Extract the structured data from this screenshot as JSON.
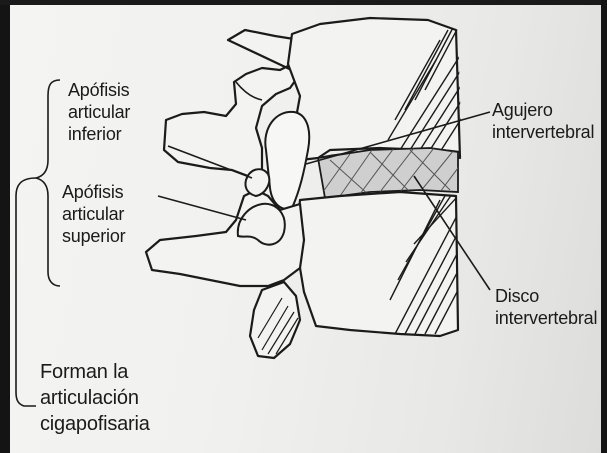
{
  "labels": {
    "apofisis_inferior": [
      "Apófisis",
      "articular",
      "inferior"
    ],
    "apofisis_superior": [
      "Apófisis",
      "articular",
      "superior"
    ],
    "agujero": [
      "Agujero",
      "intervertebral"
    ],
    "disco": [
      "Disco",
      "intervertebral"
    ],
    "forman": [
      "Forman la",
      "articulación",
      "cigapofisaria"
    ]
  },
  "colors": {
    "paper": "#f1f1ef",
    "ink": "#1b1b1b",
    "frame": "#111111",
    "disc_fill": "#cfcfcf"
  }
}
